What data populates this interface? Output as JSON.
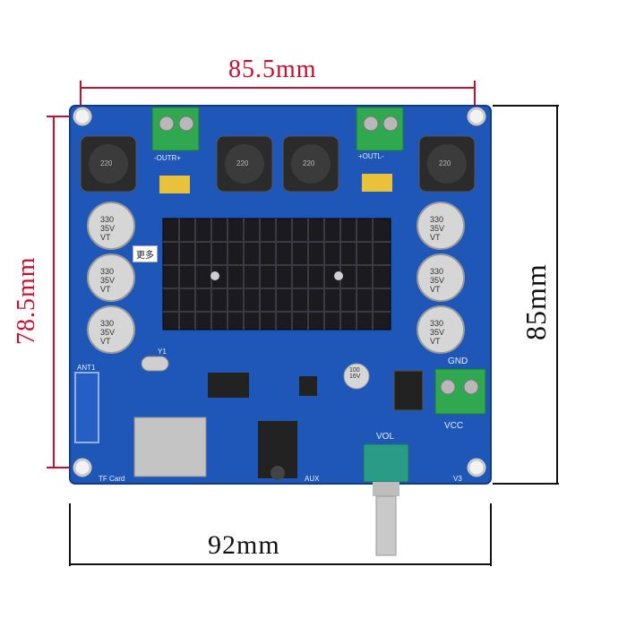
{
  "dimensions": {
    "top": "85.5mm",
    "bottom": "92mm",
    "left": "78.5mm",
    "right": "85mm"
  },
  "board_labels": {
    "out_right": "-OUTR+",
    "out_left": "+OUTL-",
    "gnd": "GND",
    "vcc": "VCC",
    "vol": "VOL",
    "tf_card": "TF Card",
    "aux": "AUX",
    "version": "V3",
    "y1": "Y1",
    "ant": "ANT1",
    "tag_popup": "更多"
  },
  "inductor_value": "220",
  "capacitor": {
    "line1": "330",
    "line2": "35V",
    "line3": "VT"
  },
  "small_cap": {
    "line1": "100",
    "line2": "16V"
  },
  "colors": {
    "pcb": "#1f57b8",
    "pcb_dark": "#163f8f",
    "dimension_line": "#c8102e",
    "terminal": "#2fa84f",
    "heatsink": "#1b1b1f"
  }
}
